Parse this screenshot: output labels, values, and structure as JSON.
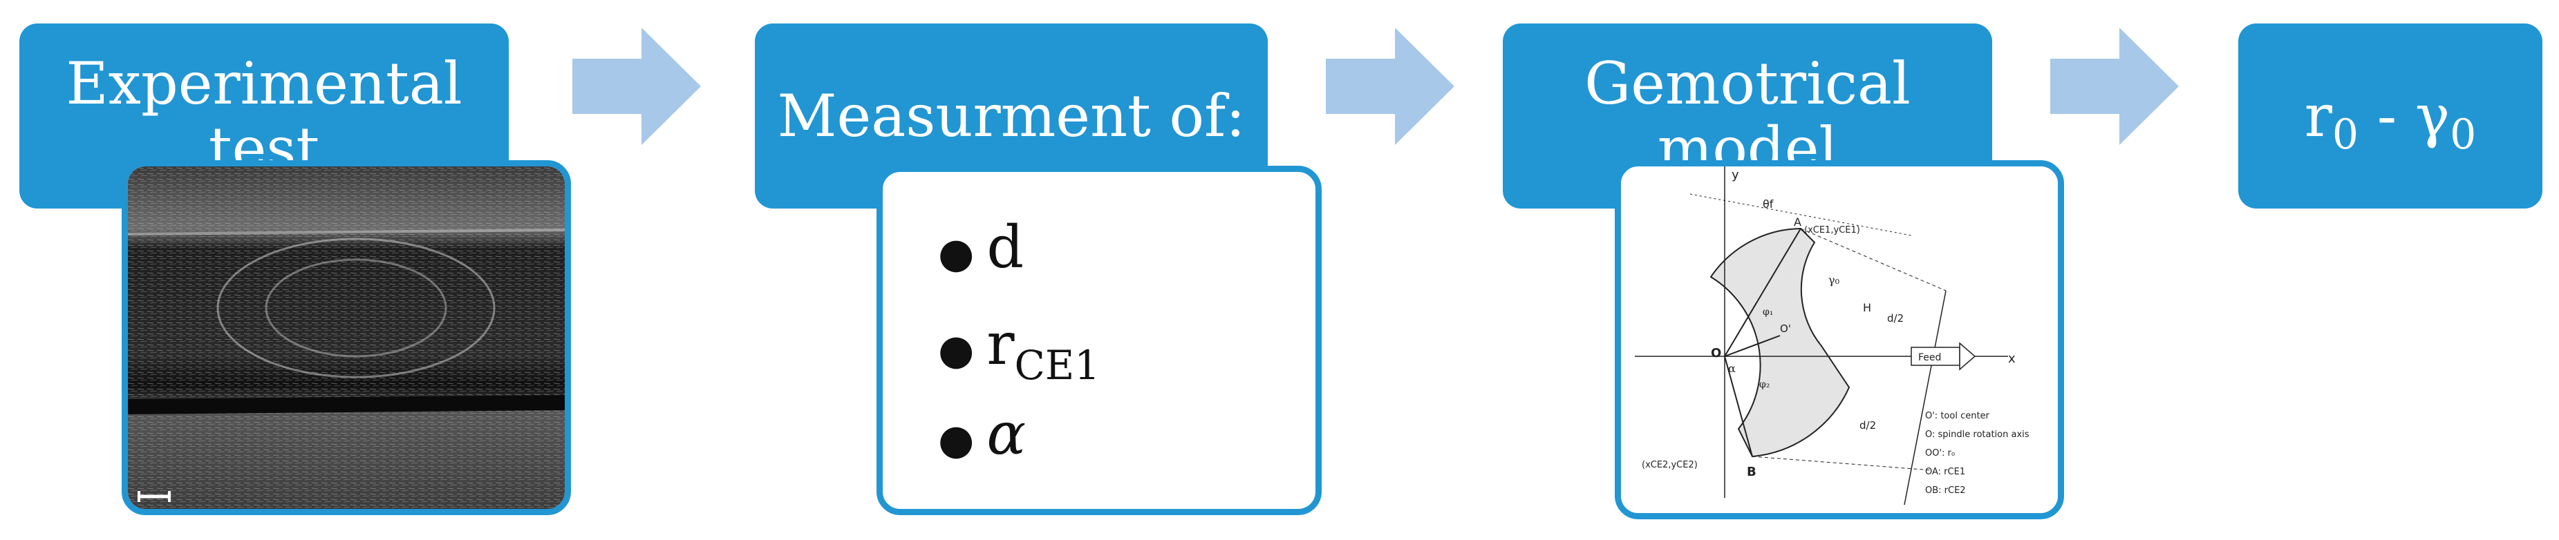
{
  "steps": [
    {
      "label": "Experimental\ntest"
    },
    {
      "label": "Measurment of:"
    },
    {
      "label": "Gemotrical\nmodel"
    },
    {
      "label_r": "r",
      "label_r_sub": "0",
      "label_dash": " - ",
      "label_g": "γ",
      "label_g_sub": "0"
    }
  ],
  "measurements": [
    {
      "main": "d",
      "sub": ""
    },
    {
      "main": "r",
      "sub": "CE1"
    },
    {
      "main": "α",
      "sub": ""
    }
  ],
  "model": {
    "labels": {
      "y": "y",
      "x": "x",
      "theta": "θf",
      "a_coord": "(xCE1,yCE1)",
      "b_coord": "(xCE2,yCE2)",
      "o": "O",
      "o_prime": "O'",
      "a": "A",
      "b": "B",
      "h": "H",
      "gamma": "γ₀",
      "alpha": "α",
      "phi1": "φ₁",
      "phi2": "φ₂",
      "d_half_1": "d/2",
      "d_half_2": "d/2",
      "feed": "Feed"
    },
    "legend": [
      "O': tool center",
      "O: spindle rotation axis",
      "OO': r₀",
      "OA: rCE1",
      "OB: rCE2"
    ]
  },
  "colors": {
    "accent": "#2196d3",
    "arrow": "#a7c8e8"
  }
}
